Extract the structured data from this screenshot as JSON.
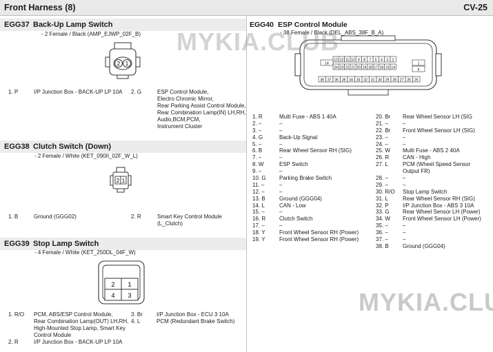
{
  "header": {
    "title": "Front Harness (8)",
    "page": "CV-25"
  },
  "watermark": "MYKIA.CLUB",
  "egg37": {
    "code": "EGG37",
    "name": "Back-Up Lamp Switch",
    "spec": "- 2 Female / Black (AMP_EJWP_02F_B)",
    "connector_labels": [
      "2",
      "1"
    ],
    "pins": [
      {
        "pin": "1. P",
        "desc": [
          "I/P Junction Box - BACK-UP LP 10A"
        ]
      },
      {
        "pin": "2. G",
        "desc": [
          "ESP Control Module,",
          "Electro Chromic Mirror,",
          "Rear Parking Assist Control Module,",
          "Rear Combination Lamp(IN) LH,RH,",
          "Audio,BCM,PCM,",
          "Instrument Cluster"
        ]
      }
    ]
  },
  "egg38": {
    "code": "EGG38",
    "name": "Clutch Switch (Down)",
    "spec": "- 2 Female / White (KET_090II_02F_W_L)",
    "connector_labels": [
      "2",
      "1"
    ],
    "pins": [
      {
        "pin": "1. B",
        "desc": [
          "Ground (GGG02)"
        ]
      },
      {
        "pin": "2. R",
        "desc": [
          "Smart Key Control Module",
          "(L_Clutch)"
        ]
      }
    ]
  },
  "egg39": {
    "code": "EGG39",
    "name": "Stop Lamp Switch",
    "spec": "- 4 Female / White (KET_250DL_04F_W)",
    "connector_labels": [
      "2",
      "1",
      "4",
      "3"
    ],
    "pins": [
      {
        "pin": "1. R/O",
        "desc": [
          "PCM, ABS/ESP Control Module,",
          "Rear Combination Lamp(OUT) LH,RH,",
          "High-Mounted Stop Lamp, Smart Key",
          "Control Module"
        ]
      },
      {
        "pin": "2. R",
        "desc": [
          "I/P Junction Box - BACK-UP LP 10A"
        ]
      },
      {
        "pin": "3. Br",
        "desc": [
          "I/P Junction Box - ECU 3 10A"
        ]
      },
      {
        "pin": "4. L",
        "desc": [
          "PCM (Redundant Brake Switch)"
        ]
      }
    ]
  },
  "egg40": {
    "code": "EGG40",
    "name": "ESP Control Module",
    "spec": "- 38 Female / Black (DEL_ABS_38F_B_A)",
    "connector_rows": [
      [
        "13",
        "12",
        "11",
        "10",
        "9",
        "8",
        "7",
        "5",
        "4",
        "3",
        "2"
      ],
      [
        "14",
        "1"
      ],
      [
        "24",
        "23",
        "22",
        "21",
        "20",
        "19",
        "18",
        "17",
        "16",
        "15",
        "14"
      ],
      [
        "6"
      ],
      [
        "38",
        "37",
        "36",
        "35",
        "34",
        "33",
        "32",
        "31",
        "30",
        "29",
        "28",
        "27",
        "26",
        "25"
      ]
    ],
    "pins_left": [
      {
        "pin": "1. R",
        "desc": [
          "Multi Fuse - ABS 1 40A"
        ]
      },
      {
        "pin": "2. –",
        "desc": [
          "–"
        ]
      },
      {
        "pin": "3. –",
        "desc": [
          "–"
        ]
      },
      {
        "pin": "4. G",
        "desc": [
          "Back-Up Signal"
        ]
      },
      {
        "pin": "5. –",
        "desc": [
          "–"
        ]
      },
      {
        "pin": "6. B",
        "desc": [
          "Rear Wheel Sensor RH (SIG)"
        ]
      },
      {
        "pin": "7. –",
        "desc": [
          "–"
        ]
      },
      {
        "pin": "8. W",
        "desc": [
          "ESP Switch"
        ]
      },
      {
        "pin": "9. –",
        "desc": [
          "–"
        ]
      },
      {
        "pin": "10. G",
        "desc": [
          "Parking Brake Switch"
        ]
      },
      {
        "pin": "11. –",
        "desc": [
          "–"
        ]
      },
      {
        "pin": "12. –",
        "desc": [
          "–"
        ]
      },
      {
        "pin": "13. B",
        "desc": [
          "Ground (GGG04)"
        ]
      },
      {
        "pin": "14. L",
        "desc": [
          "CAN - Low"
        ]
      },
      {
        "pin": "15. –",
        "desc": [
          "–"
        ]
      },
      {
        "pin": "16. R",
        "desc": [
          "Clutch Switch"
        ]
      },
      {
        "pin": "17. –",
        "desc": [
          "–"
        ]
      },
      {
        "pin": "18. Y",
        "desc": [
          "Front Wheel Sensor RH (Power)"
        ]
      },
      {
        "pin": "19. Y",
        "desc": [
          "Front Wheel Sensor RH (Power)"
        ]
      }
    ],
    "pins_right": [
      {
        "pin": "20. Br",
        "desc": [
          "Rear Wheel Sensor LH (SIG"
        ]
      },
      {
        "pin": "21. –",
        "desc": [
          "–"
        ]
      },
      {
        "pin": "22. Br",
        "desc": [
          "Front Wheel Sensor LH (SIG)"
        ]
      },
      {
        "pin": "23. –",
        "desc": [
          "–"
        ]
      },
      {
        "pin": "24. –",
        "desc": [
          "–"
        ]
      },
      {
        "pin": "25. W",
        "desc": [
          "Multi Fuse - ABS 2 40A"
        ]
      },
      {
        "pin": "26. R",
        "desc": [
          "CAN - High"
        ]
      },
      {
        "pin": "27. L",
        "desc": [
          "PCM (Wheel Speed Sensor",
          "Output FR)"
        ]
      },
      {
        "pin": "28. –",
        "desc": [
          "–"
        ]
      },
      {
        "pin": "29. –",
        "desc": [
          "–"
        ]
      },
      {
        "pin": "30. R/O",
        "desc": [
          "Stop Lamp Switch"
        ]
      },
      {
        "pin": "31. L",
        "desc": [
          "Rear Wheel Sensor RH (SIG)"
        ]
      },
      {
        "pin": "32. P",
        "desc": [
          "I/P Junction Box - ABS 3 10A"
        ]
      },
      {
        "pin": "33. G",
        "desc": [
          "Rear Wheel Sensor LH (Power)"
        ]
      },
      {
        "pin": "34. W",
        "desc": [
          "Front Wheel Sensor LH (Power)"
        ]
      },
      {
        "pin": "35. –",
        "desc": [
          "–"
        ]
      },
      {
        "pin": "36. –",
        "desc": [
          "–"
        ]
      },
      {
        "pin": "37. –",
        "desc": [
          "–"
        ]
      },
      {
        "pin": "38. B",
        "desc": [
          "Ground (GGG04)"
        ]
      }
    ]
  }
}
